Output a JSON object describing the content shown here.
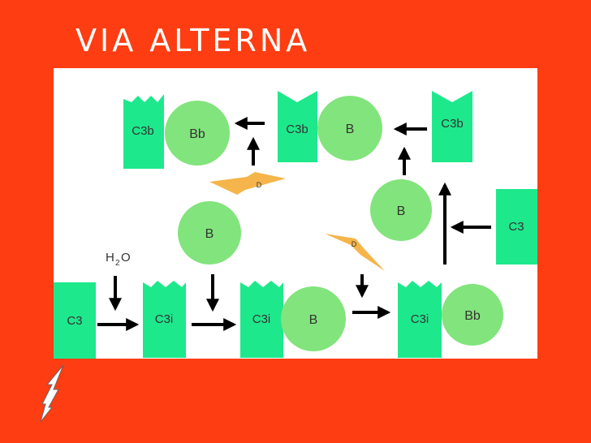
{
  "title": "VIA  ALTERNA",
  "colors": {
    "background": "#ff3d12",
    "panel": "#ffffff",
    "block": "#1ee88c",
    "circle": "#82e47c",
    "enzyme_bolt": "#f5b54a",
    "arrow": "#000000"
  },
  "labels": {
    "c3_top": "C3",
    "c3_bottom": "C3",
    "c3i_1": "C3i",
    "c3i_2": "C3i",
    "c3i_3": "C3i",
    "c3b_1": "C3b",
    "c3b_2": "C3b",
    "c3b_3": "C3b",
    "b_free": "B",
    "b_right": "B",
    "b_bottom": "B",
    "b_top": "B",
    "bb_top": "Bb",
    "bb_bottom": "Bb",
    "d1": "D",
    "d2": "D",
    "h2o_h": "H",
    "h2o_2": "2",
    "h2o_o": "O"
  }
}
